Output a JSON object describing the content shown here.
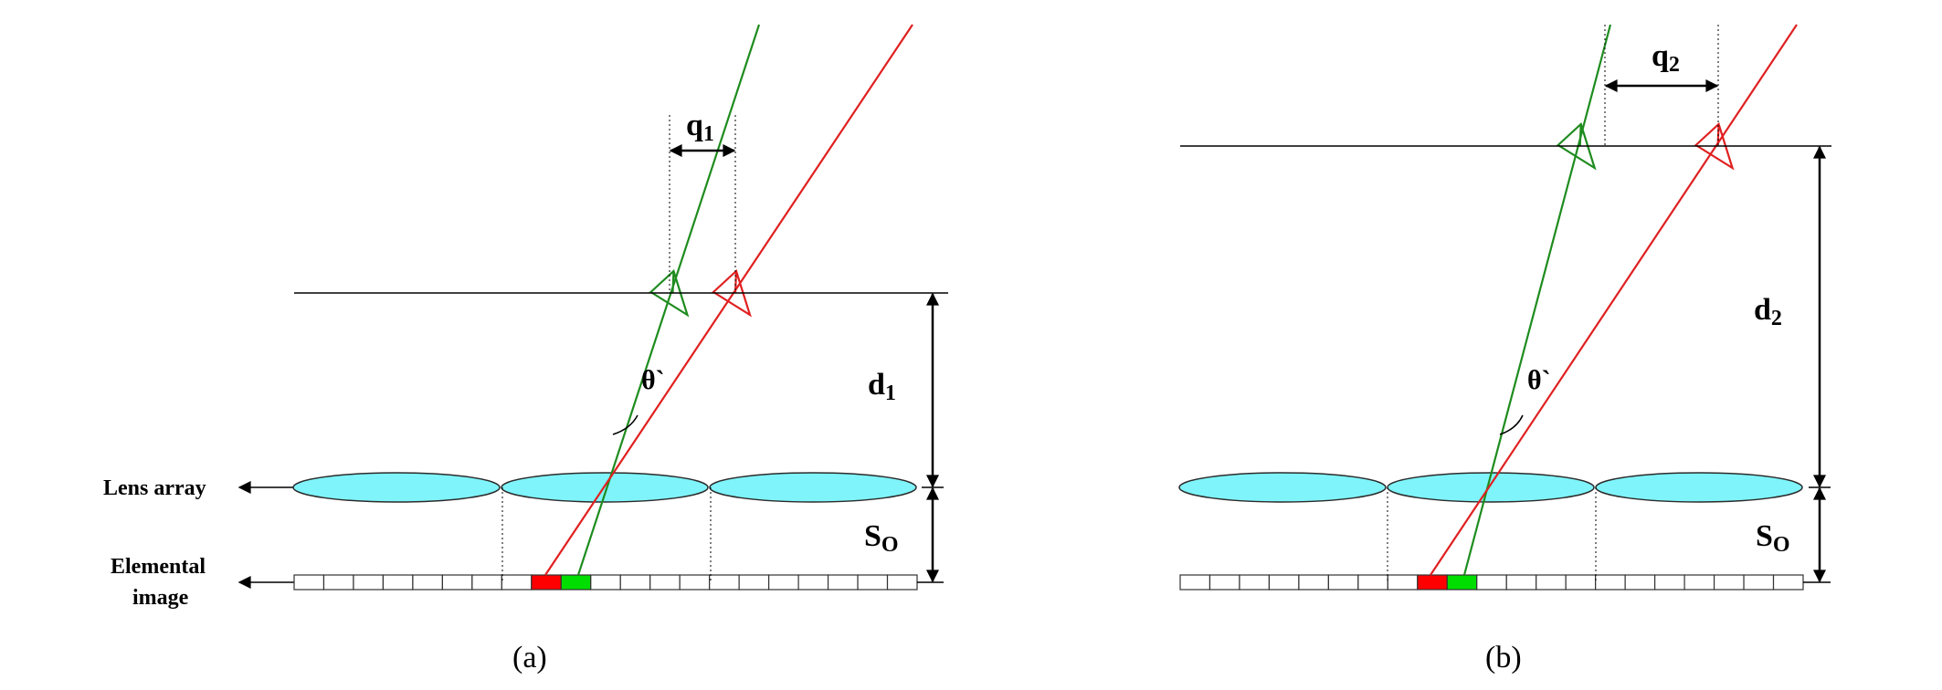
{
  "colors": {
    "green_ray": "#1e8c1e",
    "red_ray": "#e02020",
    "lens_fill": "#7ff4fa",
    "lens_stroke": "#2b2b2b",
    "red_pixel": "#ff0000",
    "green_pixel": "#00dd00"
  },
  "labels": {
    "lens_array": "Lens array",
    "elemental_image_line1": "Elemental",
    "elemental_image_line2": "image"
  },
  "panels": [
    {
      "caption": "(a)",
      "q_symbol": "q",
      "q_sub": "1",
      "d_symbol": "d",
      "d_sub": "1",
      "s_symbol": "S",
      "s_sub": "O",
      "theta": "θ`"
    },
    {
      "caption": "(b)",
      "q_symbol": "q",
      "q_sub": "2",
      "d_symbol": "d",
      "d_sub": "2",
      "s_symbol": "S",
      "s_sub": "O",
      "theta": "θ`"
    }
  ]
}
